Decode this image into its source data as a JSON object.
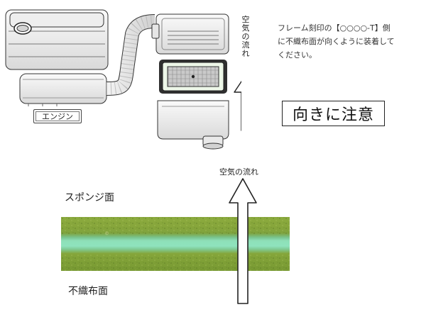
{
  "engine_label": "エンジン",
  "airflow_vertical": [
    "空",
    "気",
    "の",
    "流",
    "れ"
  ],
  "note_lines": [
    "フレーム刻印の【○○○○-T】側",
    "に不織布面が向くように装着して",
    "ください。"
  ],
  "caution_text": "向きに注意",
  "airflow_bottom_label": "空気の流れ",
  "sponge_face_label": "スポンジ面",
  "nonwoven_face_label": "不織布面",
  "colors": {
    "filter_green": "#86a53b",
    "filter_mint_band": "#8ee0b8",
    "outline": "#333333"
  }
}
